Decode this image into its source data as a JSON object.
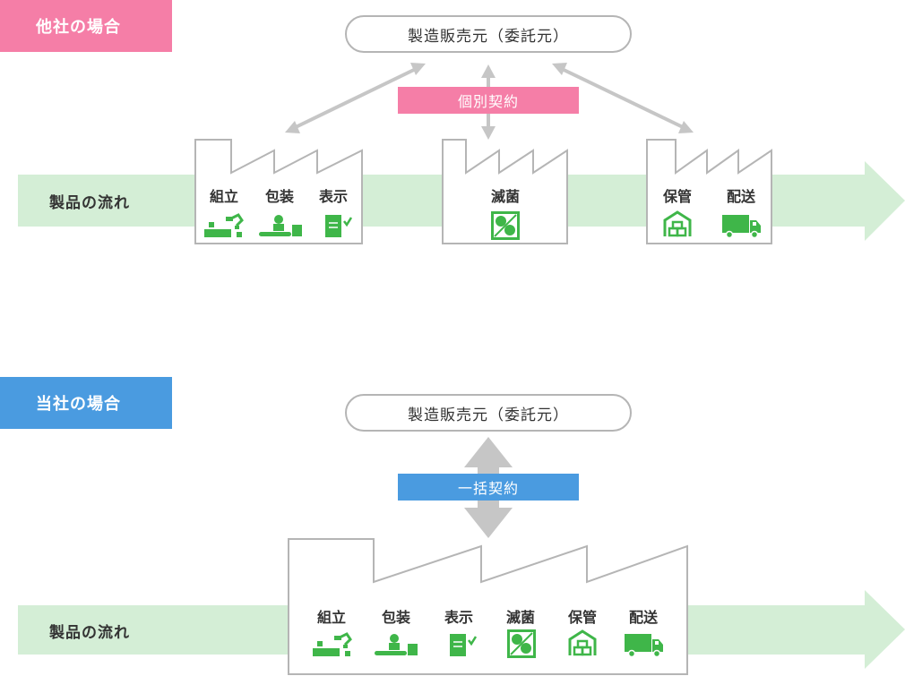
{
  "section_other": {
    "tag": "他社の場合",
    "client": "製造販売元（委託元）",
    "contract": "個別契約",
    "flow": "製品の流れ",
    "factory1_steps": [
      "組立",
      "包装",
      "表示"
    ],
    "factory2_steps": [
      "滅菌"
    ],
    "factory3_steps": [
      "保管",
      "配送"
    ]
  },
  "section_ours": {
    "tag": "当社の場合",
    "client": "製造販売元（委託元）",
    "contract": "一括契約",
    "flow": "製品の流れ",
    "steps": [
      "組立",
      "包装",
      "表示",
      "滅菌",
      "保管",
      "配送"
    ]
  },
  "colors": {
    "pink": "#f57ea7",
    "blue": "#4a9be0",
    "flow_green": "#d4eed6",
    "icon_green": "#3fb649",
    "line_gray": "#b5b5b5"
  },
  "icons": {
    "assembly": "robot-arm-icon",
    "packaging": "conveyor-icon",
    "labeling": "document-check-icon",
    "sterilization": "sterilization-icon",
    "storage": "warehouse-icon",
    "delivery": "truck-icon"
  }
}
